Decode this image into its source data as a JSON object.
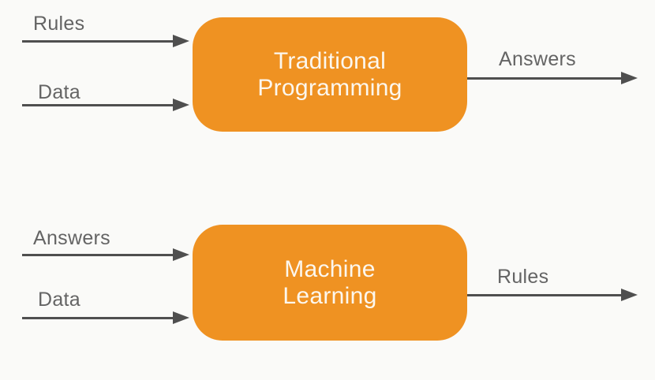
{
  "diagram": {
    "colors": {
      "background": "#FAFAF8",
      "box": "#EF9222",
      "box_text": "#FCF7EE",
      "label": "#646464",
      "arrow": "#4F4F4F"
    },
    "flows": [
      {
        "box_label": "Traditional\nProgramming",
        "inputs": [
          {
            "label": "Rules"
          },
          {
            "label": "Data"
          }
        ],
        "output": {
          "label": "Answers"
        }
      },
      {
        "box_label": "Machine\nLearning",
        "inputs": [
          {
            "label": "Answers"
          },
          {
            "label": "Data"
          }
        ],
        "output": {
          "label": "Rules"
        }
      }
    ]
  }
}
